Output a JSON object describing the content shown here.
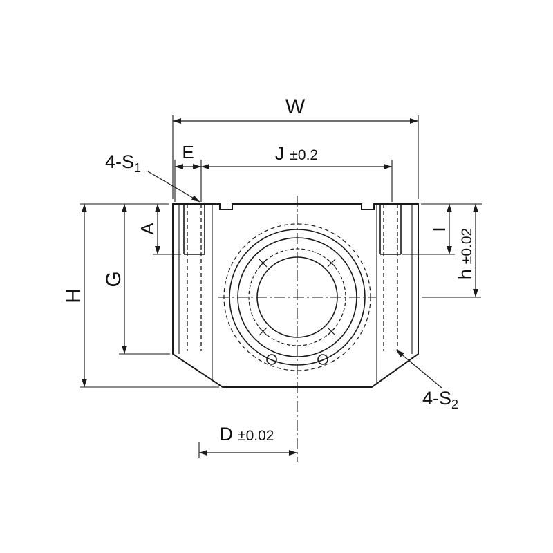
{
  "page": {
    "background": "#ffffff",
    "line_color": "#1a1a1a"
  },
  "drawing": {
    "dimensions": {
      "W": {
        "label": "W"
      },
      "E": {
        "label": "E"
      },
      "J": {
        "label": "J",
        "tolerance": "±0.2"
      },
      "S1": {
        "label": "4-S",
        "subscript": "1"
      },
      "A": {
        "label": "A"
      },
      "G": {
        "label": "G"
      },
      "H": {
        "label": "H"
      },
      "I": {
        "label": "I"
      },
      "h": {
        "label": "h",
        "tolerance": "±0.02"
      },
      "S2": {
        "label": "4-S",
        "subscript": "2"
      },
      "D": {
        "label": "D",
        "tolerance": "±0.02"
      }
    }
  }
}
